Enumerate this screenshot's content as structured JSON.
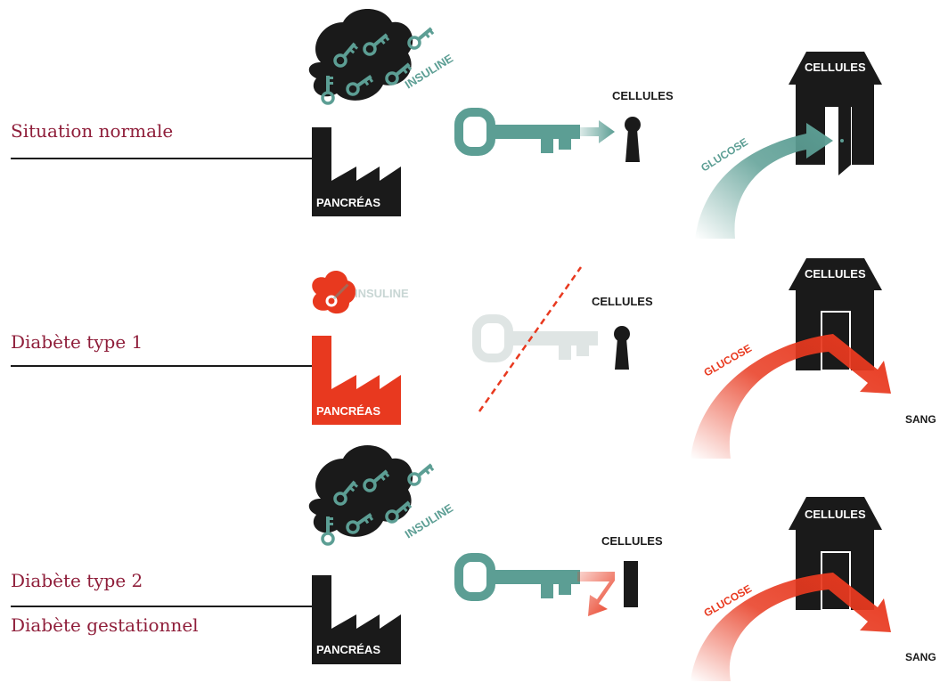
{
  "colors": {
    "label": "#8f1e3a",
    "teal": "#5c9e94",
    "red": "#e8391f",
    "black": "#1a1a1a",
    "faded": "#dfe5e4"
  },
  "rows": [
    {
      "label": "Situation normale",
      "insulin_label": "INSULINE",
      "pancreas_label": "PANCRÉAS",
      "cells_label": "CELLULES",
      "house_label": "CELLULES",
      "glucose_label": "GLUCOSE"
    },
    {
      "label": "Diabète type 1",
      "insulin_label": "INSULINE",
      "pancreas_label": "PANCRÉAS",
      "cells_label": "CELLULES",
      "house_label": "CELLULES",
      "glucose_label": "GLUCOSE",
      "blood_label": "SANG"
    },
    {
      "label": "Diabète type 2",
      "label2": "Diabète gestationnel",
      "insulin_label": "INSULINE",
      "pancreas_label": "PANCRÉAS",
      "cells_label": "CELLULES",
      "house_label": "CELLULES",
      "glucose_label": "GLUCOSE",
      "blood_label": "SANG"
    }
  ]
}
